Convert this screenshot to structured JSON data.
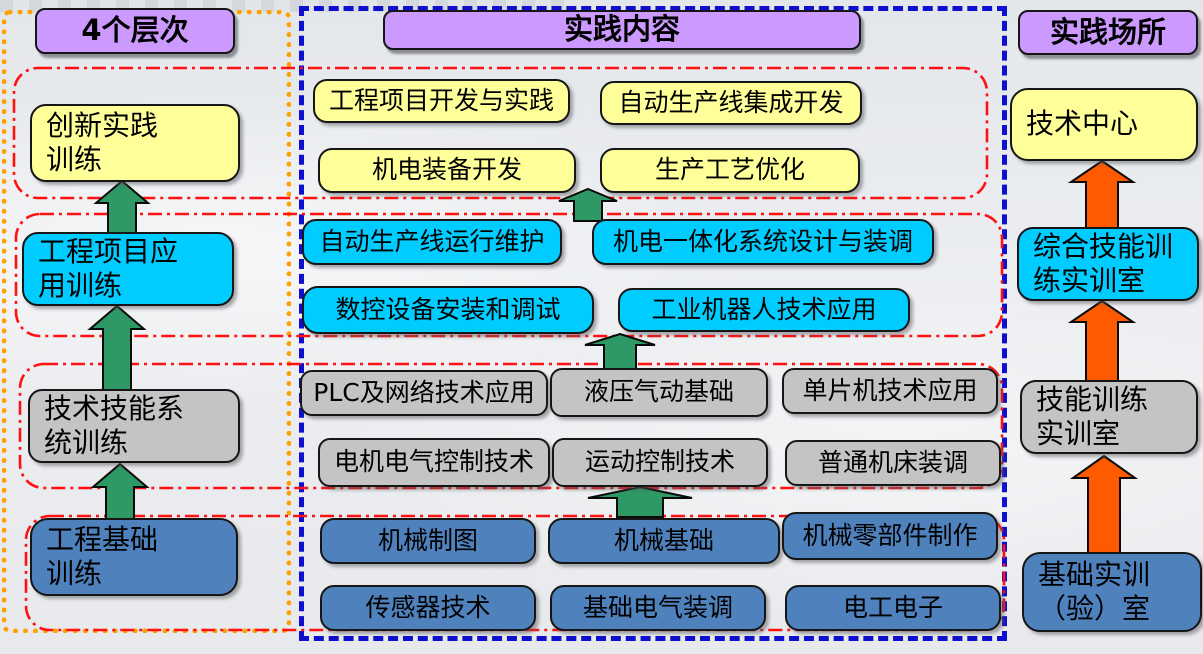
{
  "colors": {
    "header_fill": "#cc99ff",
    "yellow": "#ffff99",
    "cyan": "#00ccff",
    "gray": "#c4c4c4",
    "blue": "#4f81bd",
    "green_arrow": "#2f9966",
    "orange_arrow": "#ff5a00",
    "red_dash": "#ff1111",
    "orange_border": "#ffa000",
    "blue_border": "#0f0fd0"
  },
  "left": {
    "header": "4个层次",
    "levels": [
      {
        "label": "创新实践\n训练"
      },
      {
        "label": "工程项目应\n用训练"
      },
      {
        "label": "技术技能系\n统训练"
      },
      {
        "label": "工程基础\n训练"
      }
    ]
  },
  "middle": {
    "header": "实践内容",
    "tiers": [
      {
        "boxes": [
          "工程项目开发与实践",
          "自动生产线集成开发",
          "机电装备开发",
          "生产工艺优化"
        ]
      },
      {
        "boxes": [
          "自动生产线运行维护",
          "机电一体化系统设计与装调",
          "数控设备安装和调试",
          "工业机器人技术应用"
        ]
      },
      {
        "boxes": [
          "PLC及网络技术应用",
          "液压气动基础",
          "单片机技术应用",
          "电机电气控制技术",
          "运动控制技术",
          "普通机床装调"
        ]
      },
      {
        "boxes": [
          "机械制图",
          "机械基础",
          "机械零部件制作",
          "传感器技术",
          "基础电气装调",
          "电工电子"
        ]
      }
    ]
  },
  "right": {
    "header": "实践场所",
    "places": [
      {
        "label": "技术中心"
      },
      {
        "label": "综合技能训\n练实训室"
      },
      {
        "label": "技能训练\n实训室"
      },
      {
        "label": "基础实训\n（验）室"
      }
    ]
  }
}
